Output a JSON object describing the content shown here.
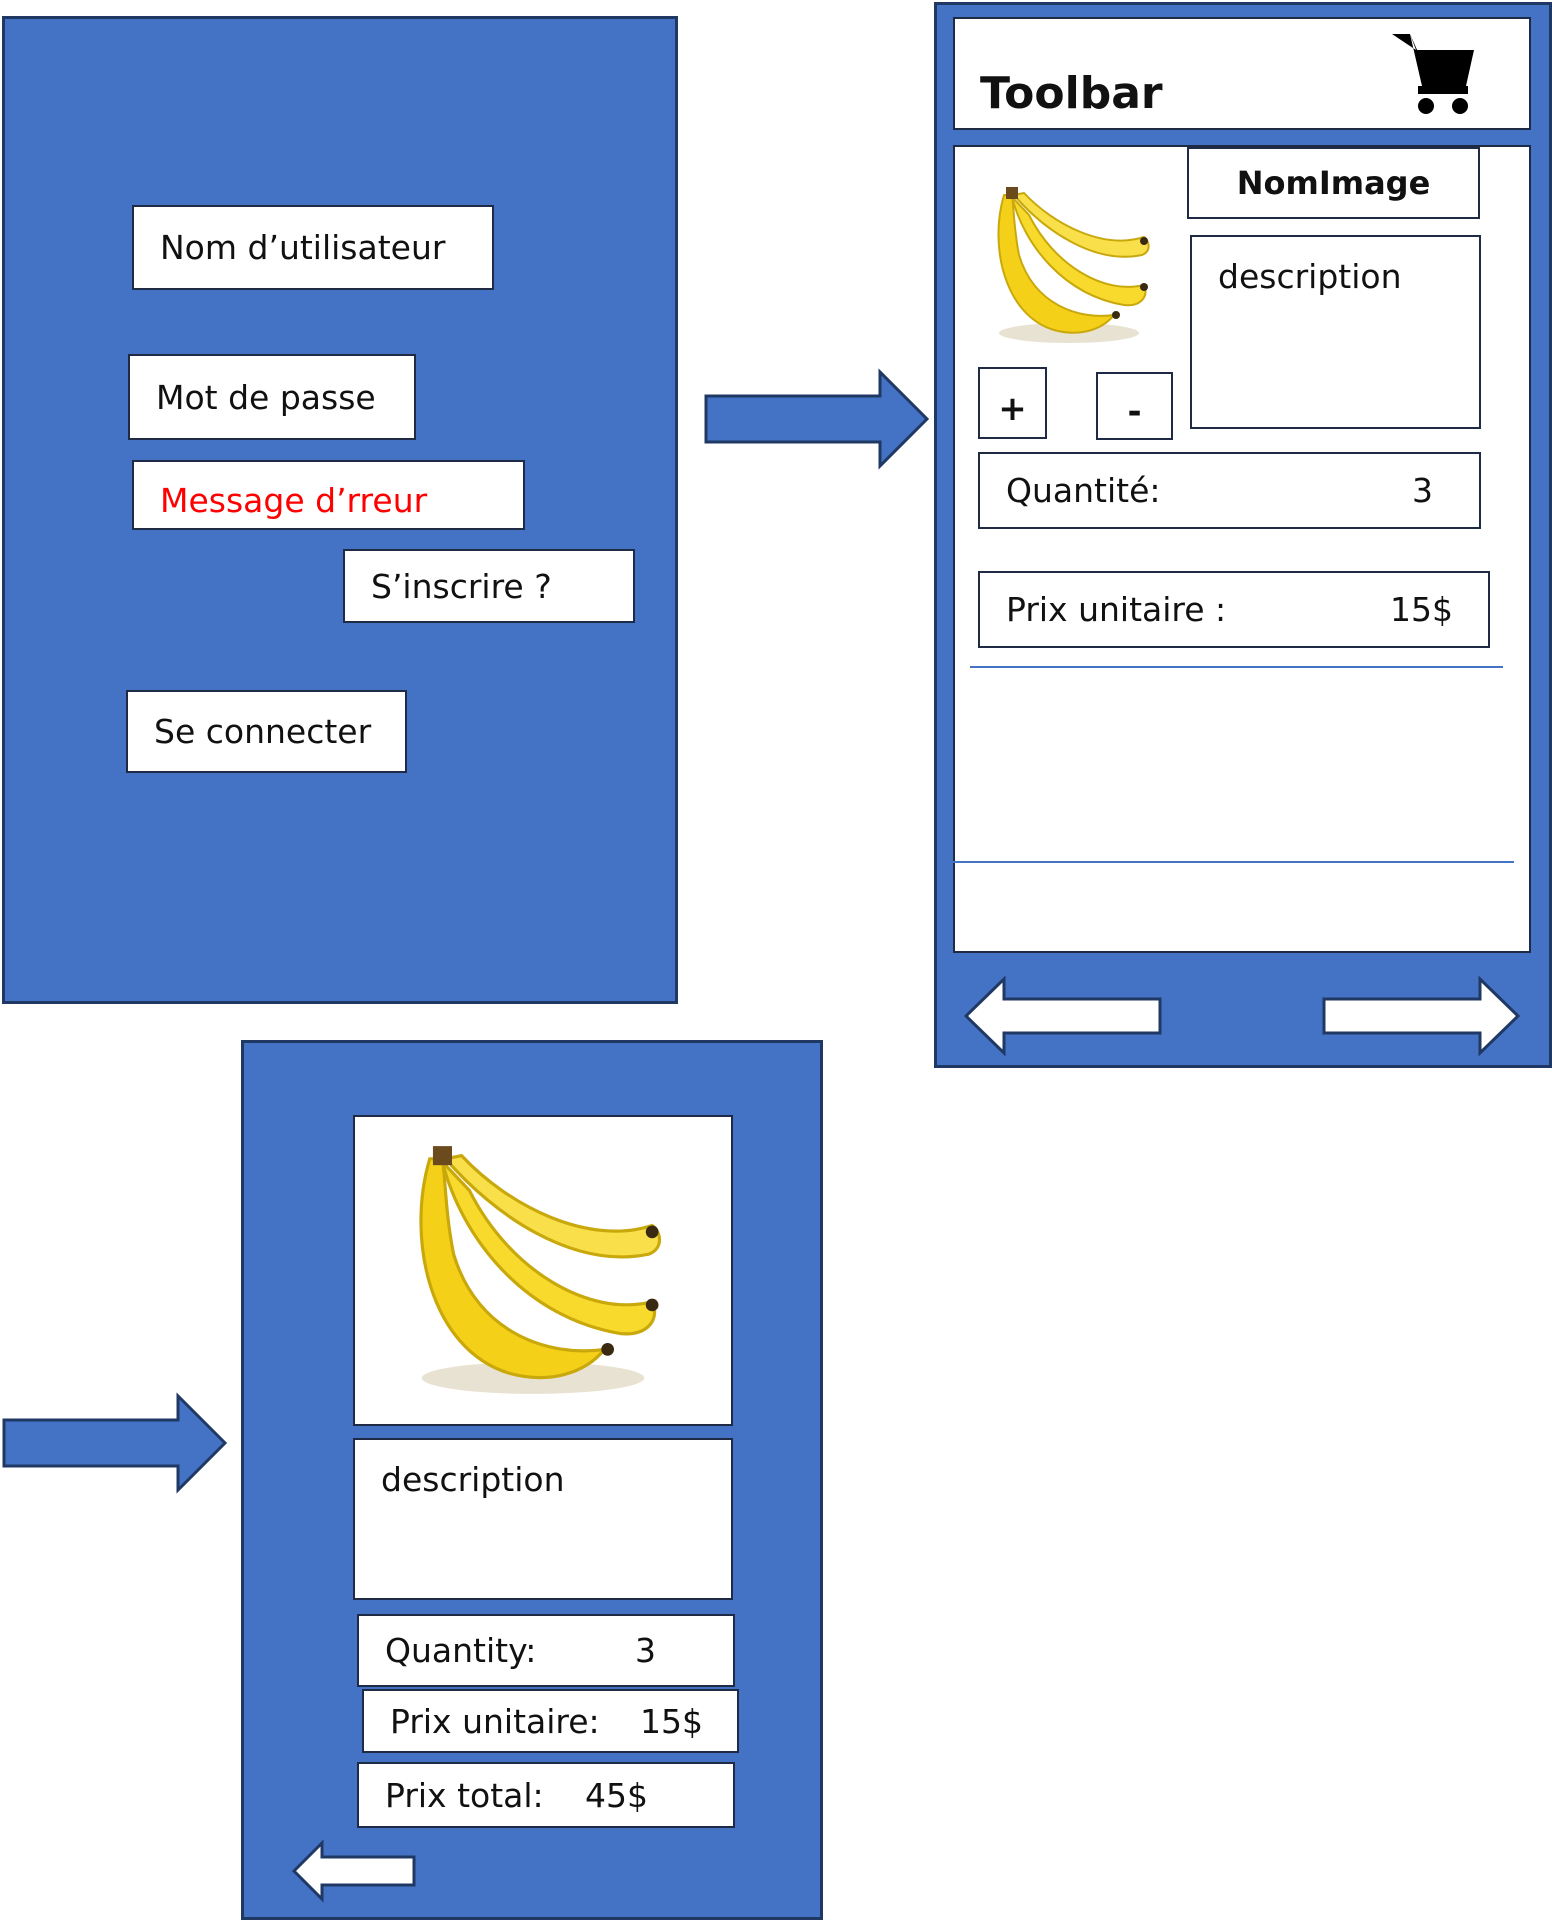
{
  "login": {
    "username_placeholder": "Nom d’utilisateur",
    "password_placeholder": "Mot de passe",
    "error_message": "Message d’rreur",
    "signup_link": "S’inscrire ?",
    "login_button": "Se connecter",
    "error_color": "#ff0000"
  },
  "catalog": {
    "toolbar_title": "Toolbar",
    "cart_icon": "shopping-cart-icon",
    "product_name": "NomImage",
    "description": "description",
    "plus_label": "+",
    "minus_label": "-",
    "quantity_label": "Quantité:",
    "quantity_value": "3",
    "unit_price_label": "Prix unitaire :",
    "unit_price_value": "15$",
    "prev_icon": "arrow-left-icon",
    "next_icon": "arrow-right-icon"
  },
  "detail": {
    "description": "description",
    "quantity_label": "Quantity:",
    "quantity_value": "3",
    "unit_price_label": "Prix unitaire:",
    "unit_price_value": "15$",
    "total_label": "Prix total:",
    "total_value": "45$",
    "back_icon": "arrow-left-icon"
  },
  "colors": {
    "panel_fill": "#4472c4",
    "panel_border": "#1f3864",
    "banana_yellow": "#f5d019"
  }
}
